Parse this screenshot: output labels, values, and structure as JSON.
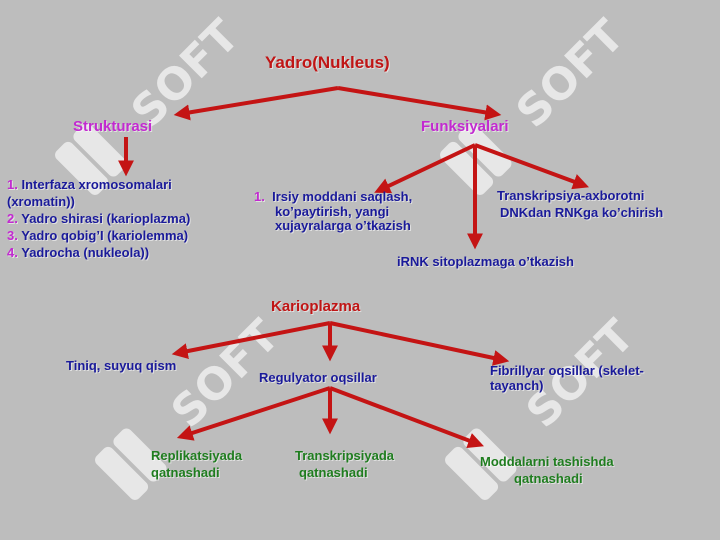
{
  "watermark": {
    "text": "SOFT"
  },
  "root": {
    "label": "Yadro(Nukleus)"
  },
  "struct": {
    "label": "Strukturasi",
    "items": [
      {
        "n": "1.",
        "text": "Interfaza xromosomalari"
      },
      {
        "n": "",
        "text": "(xromatin))"
      },
      {
        "n": "2.",
        "text": "Yadro shirasi (karioplazma)"
      },
      {
        "n": "3.",
        "text": "Yadro qobig’I (kariolemma)"
      },
      {
        "n": "4.",
        "text": "Yadrocha (nukleola))"
      }
    ]
  },
  "func": {
    "label": "Funksiyalari",
    "f1": {
      "n": "1.",
      "lines": [
        "Irsiy moddani saqlash,",
        "ko’paytirish, yangi",
        "xujayralarga o’tkazish"
      ]
    },
    "f2": {
      "lines": [
        "Transkripsiya-axborotni",
        "DNKdan RNKga ko’chirish"
      ]
    },
    "f3": "iRNK sitoplazmaga o’tkazish"
  },
  "kario": {
    "label": "Karioplazma",
    "left": "Tiniq, suyuq qism",
    "mid": "Regulyator oqsillar",
    "right": [
      "Fibrillyar oqsillar (skelet-",
      "tayanch)"
    ],
    "reg": {
      "a": [
        "Replikatsiyada",
        "qatnashadi"
      ],
      "b": [
        "Transkripsiyada",
        "qatnashadi"
      ],
      "c": [
        "Moddalarni tashishda",
        "qatnashadi"
      ]
    }
  },
  "colors": {
    "arrow": "#c41414",
    "heading": "#c01515",
    "sub": "#c22ad0",
    "text": "#1a1a9a",
    "green": "#1f7d1f",
    "bg": "#bdbdbd"
  }
}
